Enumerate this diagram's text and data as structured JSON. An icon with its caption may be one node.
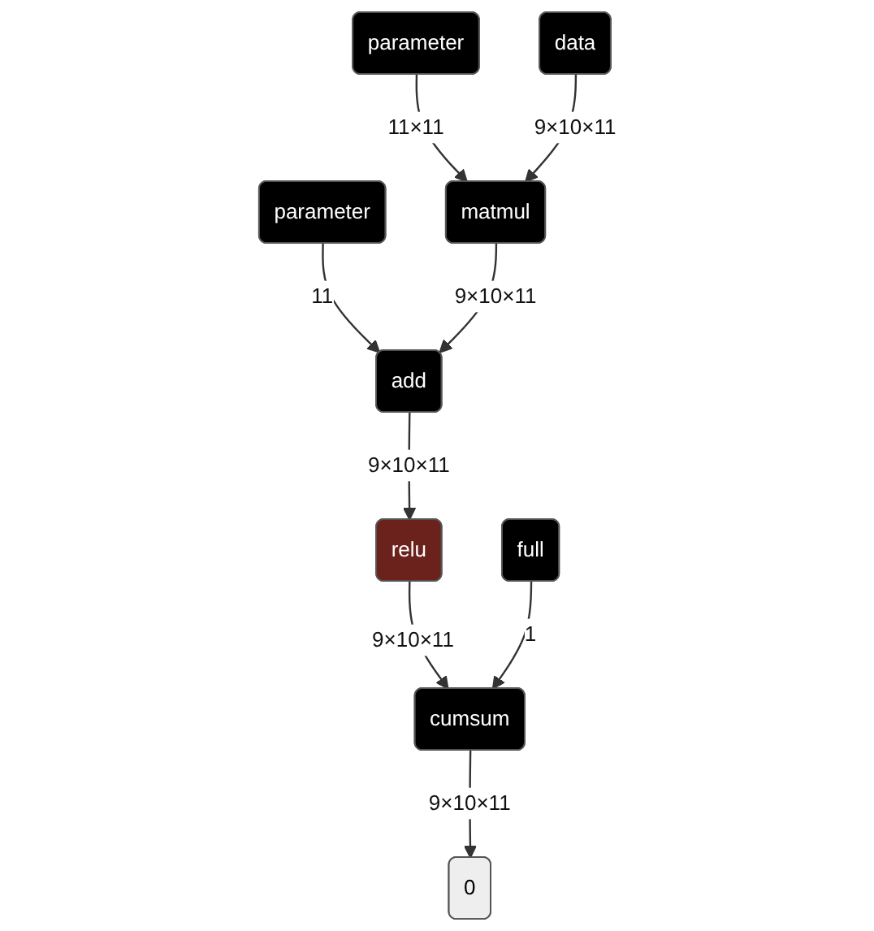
{
  "diagram": {
    "nodes": [
      {
        "text": [
          "parameter"
        ]
      },
      {
        "text": [
          "data"
        ]
      },
      {
        "text": [
          "parameter"
        ]
      },
      {
        "text": [
          "matmul"
        ]
      },
      {
        "text": [
          "add"
        ]
      },
      {
        "text": [
          "full"
        ]
      },
      {
        "text": [
          "relu"
        ]
      },
      {
        "text": [
          "cumsum"
        ]
      },
      {
        "text": [
          "0"
        ]
      }
    ],
    "edges": [
      {
        "from": 0,
        "to": 3,
        "arrow": "to",
        "label": "11×11"
      },
      {
        "from": 1,
        "to": 3,
        "arrow": "to",
        "label": "9×10×11"
      },
      {
        "from": 2,
        "to": 4,
        "arrow": "to",
        "label": "11"
      },
      {
        "from": 3,
        "to": 4,
        "arrow": "to",
        "label": "9×10×11"
      },
      {
        "from": 4,
        "to": 6,
        "arrow": "to",
        "label": "9×10×11"
      },
      {
        "from": 6,
        "to": 7,
        "arrow": "to",
        "label": "9×10×11"
      },
      {
        "from": 5,
        "to": 7,
        "arrow": "to",
        "label": "1"
      },
      {
        "from": 7,
        "to": 8,
        "arrow": "to",
        "label": "9×10×11"
      }
    ]
  }
}
